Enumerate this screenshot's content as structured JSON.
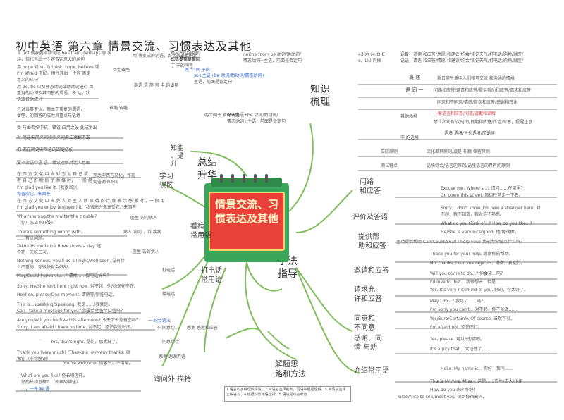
{
  "page": {
    "title": "初中英语 第六章 情景交流、习惯表达及其他"
  },
  "center": {
    "line1": "情景交流、习",
    "line2": "惯表达及其他"
  },
  "branches": {
    "knowledge": "知识\n梳理",
    "summary": "总结\n升华",
    "method": "学法\n指导",
    "review": "学习\n误区",
    "improve": "知能\n、提\n升",
    "ideas": "解题思\n路和方法"
  },
  "left_top": {
    "l1": "肯 not 就表委指动词或 be afraid, perhaps 等 词",
    "l2": "组，但代其后一个宾否定意义的从句",
    "l3": "用 hope 对 so 为 think, hope, believe 或",
    "l4": "I'm afraid 搭配，但代其后一个宾 否定",
    "l5": "意义的从句",
    "l6": "用 do, be 以及强态动词或助动词进行 否",
    "l7": "重复的动词及其回答的谓语。表 达。状",
    "l8": "语或其他成分",
    "l9": "只对当事否认，但由于重复的谓语，",
    "l10": "省略，的回答的成为其重点与语意",
    "l11": "受 与由否描中抗，错误 应用之设 此成第出",
    "l12": "对 简语中简义词和多义词用法德翻不准",
    "l13": "把 握在简语中简语的固定搭配",
    "l14": "要不读语中语 语，错误理解对话人意图",
    "c1": "用 将变成的词语，否代表重复的动",
    "c2": "否定省略",
    "c3": "简语 语 简 宫 中 的省略",
    "c4": "省略 省略",
    "c5": "每与变的强用的",
    "c6": "式数要重复重回",
    "c7": "丁 于的同音",
    "c8": "两 个 同 子的",
    "c9": "两个同子 省略省略",
    "c10": "neither/nor+be 动词/助动词/",
    "c11": "情态动词+主语，前面是否定句",
    "c12": "so+主语+be 动词/助动词/",
    "c13": "情态动词+主语，前面是肯定句",
    "c14": "so+主语+be 动词/助动词/情态动词+",
    "c15": "主语，前面是肯定句"
  },
  "right_top": {
    "r1": "43-六 r4,台 E",
    "r2": "e,  L以 问候",
    "r3": "语数：道德 和应答/意愿 和建议/约会/谈论天气/打电话/购物/就医/",
    "r4": "语语，请语 和应答/情愿 和建议/约会/谈论天气/打电话/购物/就医/",
    "r5": "概 述",
    "r6": "指日常生活中人们相互交流 和沟通的情境",
    "r7": "语 同 一",
    "r8": "问路和应答/邀请和应答/提供帮助和应答/请求和应答",
    "r9": "同意和不同意/情感/各次和应答/感谢和感谢",
    "r10": "一套语言和应答/问道/道歉和谅解",
    "r11": "其他场境",
    "r12": "禁止和劝告/问时间/日期和应答/传话/应答，提醒注意",
    "r13": "语境 语境/替代语境/简语境",
    "r14": "申 的语境",
    "r15": "交际原则",
    "r16": "文化差异原则/减是 礼貌 保留原则",
    "r17": "测试特点",
    "r18": "语境综合/语言的原则/语境语言的具有的原则"
  },
  "scenarios": {
    "ask_way": "问路\n和应答",
    "comment": "评价及答语",
    "offer": "提供帮\n助和应答",
    "invite": "邀请和应答",
    "request": "请求允\n许和应答",
    "agree": "同意和\n不同意",
    "thanks": "感谢、同\n情 与劝",
    "intro": "介绍常用语"
  },
  "dialogues": {
    "d1": "Excuse me. Where's...? 请问……在哪里？",
    "d2": "Go down this street. 顺街往前走一下去。",
    "d3": "Sorry, I don't know. I'm new a stranger here. 对",
    "d4": "不起，我不知道，我对这不熟悉。",
    "d5": "What do you think of...? How do you like...?",
    "d6": "He/She is very nice/good. 他/她很棒。",
    "d7": "主动提供帮助 Can/Could/Shall I help you? 我能为你做点什么吗？",
    "d8": "Thank you for your help. 谢谢你的帮助。",
    "d9": "No, thanks. I can manage. 不，谢谢，我能行。",
    "d10": "Will you come to do...? 你会来…吗？",
    "d11": "I'd love to, but... 我很想去，但是……",
    "d12": "Yes. It's very nice/kind of you. 好的，你太好了。",
    "d13": "May I do...? 我可以……吗？",
    "d14": "I'm sorry you can't... 对不起，你不能做……",
    "d15": "Yes/Sure/Certainly. Of course. 当然可以。",
    "d16": "I'm afraid not. 恐怕不行。",
    "d17": "Yes, please. 可以/好/请吧。",
    "d18": "It's a pity that... 太遗憾了……",
    "d19": "Hello. My name is... 你好，我叫……",
    "d20": "This is Mr./Mrs./Miss... 这是……先生/夫人/小姐",
    "d21": "How do you do? 你好！",
    "d22": "Glad/Nice to see/meet you. 见到你很高兴。"
  },
  "left_mid": {
    "m1": "在 西 方 文 化 中 当 对 方 对 自 己 或",
    "m2": "者 自 己 的 物 质 示 恭 维 时， 一 般 用",
    "m3": "I'm glad you like it. (我很高兴",
    "m4": "你喜欢它。)来回答",
    "m5": "在 西 方 文 化 中 当 受 人 对 主 人 所 招 待 的 饮 食 表 示 感 谢 时 ，一 般 用",
    "m6": "I'm glad you enjoy (enjoyed) it. (我很高兴你享受它。)来回答",
    "m7": "熟悉中西方文化，作现",
    "m8": "何答谢的不同",
    "m9": "What's wrong/the matter/the trouble?",
    "m10": "（你）怎么不舒服？",
    "m11": "There's something wrong with...",
    "m12": "……有点问题。",
    "m13": "Take this medicine three times a day. 这",
    "m14": "个药一天吃三次。",
    "m15": "Nothing serious, you'll be all right/well soon. 没有什",
    "m16": "么严重的，你很快就会好的。",
    "m17": "May/Could I speak to...? 请找……接电话好吗？",
    "m18": "Sorry. He/She isn't here right now. 对不起，他/她现在不在。",
    "m19": "Hold on, please/One moment. 请稍等/别挂电话。",
    "m20": "This is...speaking/Speaking. 我是……/我就是。",
    "m21": "Can I take a message for you? 您要给他留个口信吗？",
    "m22": "Are you/Will you be free this afternoon? 今天下午你有空吗？",
    "m23": "Sorry, I am afraid I have no time. 对不起，恐怕我没时间。",
    "m24": "——Yes, that's right. 是的，那太好了。",
    "m25": "Thank you (very much) /Thanks a lot/Many thanks. 谢",
    "m26": "谢你（非常感谢）",
    "m27": "You're welcome. 别客气，不用谢。",
    "m28": "What are you like? 你长得怎样。",
    "m29": "你的长相怎样？（外表的描述）",
    "m30": "…，一件 种 语",
    "lbl1": "医生 询问病人",
    "lbl2": "病人 询问 ，诉 疾病",
    "lbl3": "医生 告诉病人",
    "lbl4": "打电话",
    "lbl5": "接电话",
    "lbl6": "看病\n常用语",
    "lbl7": "打电话\n常用语",
    "lbl8": "一·约会语法",
    "lbl9": "不 同意约…",
    "lbl10": "感谢 谢谢用语",
    "lbl11": "询问外·描特",
    "lbl12": "感谢 感谢和应答",
    "lbl13": "同意约会"
  },
  "ideas_note": "1.语言的多种理解情境，2.从语言选择判断，同语中根据理解，3.用情境选择正确答案，4.根据习惯用语选择，5.语境是综合考查",
  "colors": {
    "accent_blue": "#2a5fd4",
    "accent_red": "#d43a3a",
    "card_green": "#3aa55b",
    "card_red": "#e8413a",
    "card_yellow": "#f7d36b",
    "branch_line": "#6fb35a"
  }
}
